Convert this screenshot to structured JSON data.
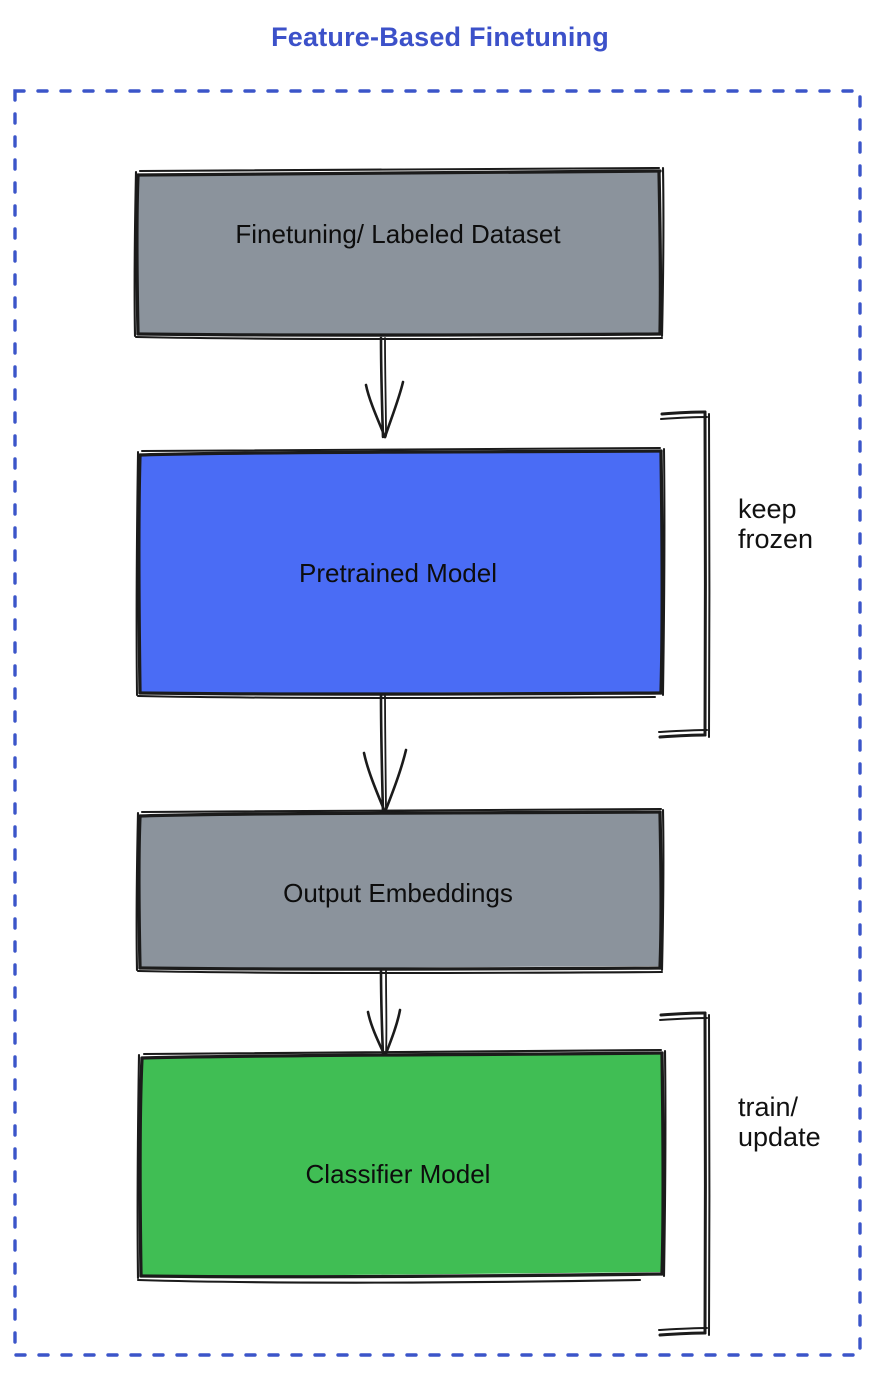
{
  "title": "Feature-Based Finetuning",
  "colors": {
    "title": "#3c51c9",
    "container_border": "#3b55c9",
    "stroke": "#1b1b1b",
    "dataset_fill": "#8b939c",
    "pretrained_fill": "#4a6cf5",
    "embeddings_fill": "#8b939c",
    "classifier_fill": "#40be54",
    "label_text": "#0d0d0d",
    "background": "#ffffff"
  },
  "container": {
    "style": "dashed",
    "name": "feature-based-finetuning-region"
  },
  "nodes": [
    {
      "id": "dataset",
      "label": "Finetuning/ Labeled Dataset",
      "fill": "#8b939c"
    },
    {
      "id": "pretrained",
      "label": "Pretrained Model",
      "fill": "#4a6cf5"
    },
    {
      "id": "embeddings",
      "label": "Output Embeddings",
      "fill": "#8b939c"
    },
    {
      "id": "classifier",
      "label": "Classifier Model",
      "fill": "#40be54"
    }
  ],
  "edges": [
    {
      "from": "dataset",
      "to": "pretrained",
      "type": "arrow"
    },
    {
      "from": "pretrained",
      "to": "embeddings",
      "type": "arrow"
    },
    {
      "from": "embeddings",
      "to": "classifier",
      "type": "arrow"
    }
  ],
  "annotations": [
    {
      "id": "keep-frozen",
      "text": "keep\nfrozen",
      "target": "pretrained"
    },
    {
      "id": "train-update",
      "text": "train/\nupdate",
      "target": "classifier"
    }
  ],
  "chart_data": {
    "type": "diagram",
    "title": "Feature-Based Finetuning",
    "flow": [
      "Finetuning/ Labeled Dataset",
      "Pretrained Model",
      "Output Embeddings",
      "Classifier Model"
    ],
    "brackets": [
      {
        "label": "keep frozen",
        "covers": [
          "Pretrained Model"
        ]
      },
      {
        "label": "train/ update",
        "covers": [
          "Classifier Model"
        ]
      }
    ]
  }
}
